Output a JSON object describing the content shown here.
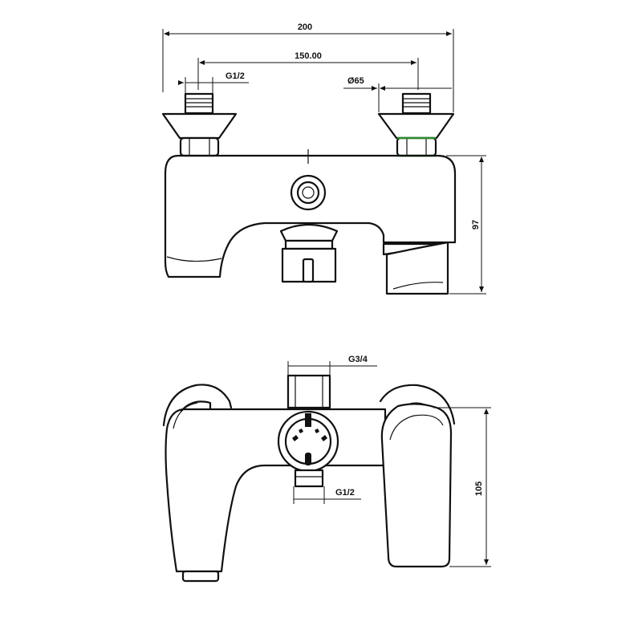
{
  "dimensions": {
    "overall_width": "200",
    "inlet_spacing": "150.00",
    "inlet_thread": "G1/2",
    "escutcheon_diameter": "Ø65",
    "top_view_height": "97",
    "outlet_thread_top": "G3/4",
    "outlet_thread_bottom": "G1/2",
    "front_view_height": "105"
  },
  "colors": {
    "line": "#111111",
    "accent_ring": "#2e8b2e",
    "background": "#ffffff"
  }
}
